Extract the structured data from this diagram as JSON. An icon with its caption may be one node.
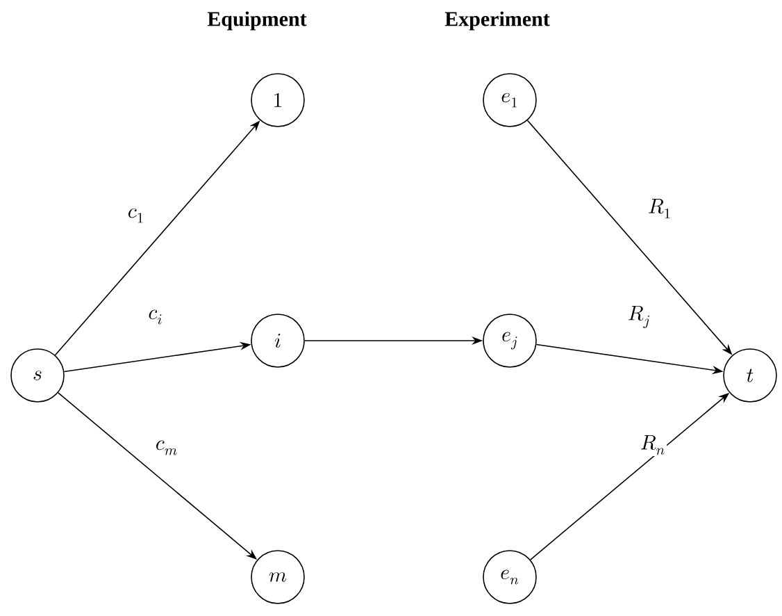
{
  "diagram": {
    "nodes": [
      {
        "text": [
          "s"
        ]
      },
      {
        "text": [
          "1"
        ]
      },
      {
        "text": [
          "i"
        ]
      },
      {
        "text": [
          "m"
        ]
      },
      {
        "text": [
          "e_1"
        ]
      },
      {
        "text": [
          "e_j"
        ]
      },
      {
        "text": [
          "e_n"
        ]
      },
      {
        "text": [
          "t"
        ]
      }
    ],
    "edges": [
      {
        "from": 0,
        "to": 1,
        "arrow": "to",
        "label": "c_1"
      },
      {
        "from": 0,
        "to": 2,
        "arrow": "to",
        "label": "c_i"
      },
      {
        "from": 0,
        "to": 3,
        "arrow": "to",
        "label": "c_m"
      },
      {
        "from": 2,
        "to": 5,
        "arrow": "to"
      },
      {
        "from": 4,
        "to": 7,
        "arrow": "to",
        "label": "R_1"
      },
      {
        "from": 5,
        "to": 7,
        "arrow": "to",
        "label": "R_j"
      },
      {
        "from": 6,
        "to": 7,
        "arrow": "to",
        "label": "R_n"
      }
    ],
    "labels": [
      "Equipment",
      "Experiment"
    ]
  }
}
